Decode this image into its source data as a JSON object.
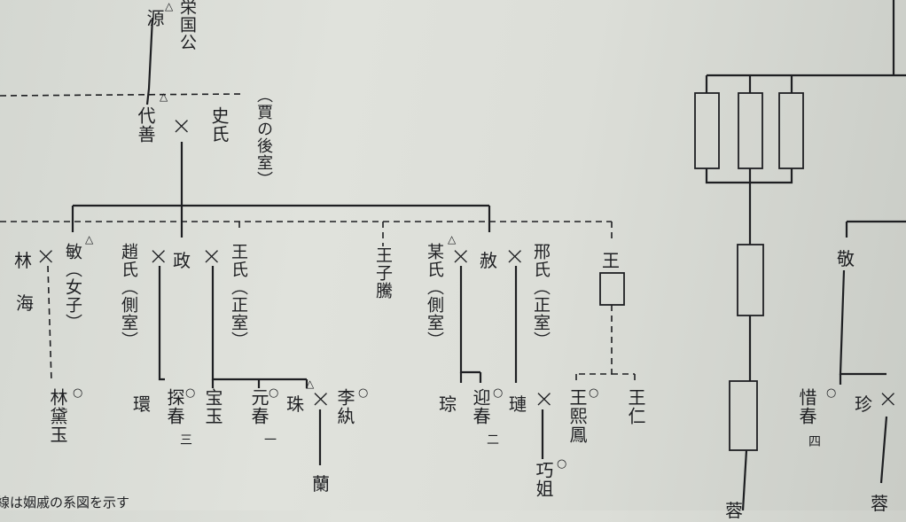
{
  "persons": {
    "gen": "源",
    "eikokuko": "栄国公",
    "daizen": "代善",
    "shi": "史氏",
    "ka_kohitsu": "（賈の後室）",
    "rin": "林",
    "rin_kai": "海",
    "bin": "敏（女子）",
    "chou": "趙氏（側室）",
    "sei": "政",
    "ou": "王氏（正室）",
    "oushi_tou": "王子騰",
    "bou": "某氏（側室）",
    "sha": "赦",
    "kei": "邢氏（正室）",
    "ou2": "王",
    "rin_taigyoku": "林黛玉",
    "kan": "環",
    "tanshun": "探春",
    "tanshun_num": "三",
    "houyoku": "宝玉",
    "genshun": "元春",
    "genshun_num": "一",
    "shu": "珠",
    "rigan": "李紈",
    "ran": "蘭",
    "sou": "琮",
    "geishun": "迎春",
    "geishun_num": "二",
    "ren": "璉",
    "ou_kihou": "王熙鳳",
    "ou_jin": "王仁",
    "kousho": "巧姐",
    "kei2": "敬",
    "sekishun": "惜春",
    "sekishun_num": "四",
    "chin": "珍",
    "you_bottom": "蓉",
    "you_bottom2": "蓉"
  },
  "caption": "線は姻戚の系図を示す"
}
